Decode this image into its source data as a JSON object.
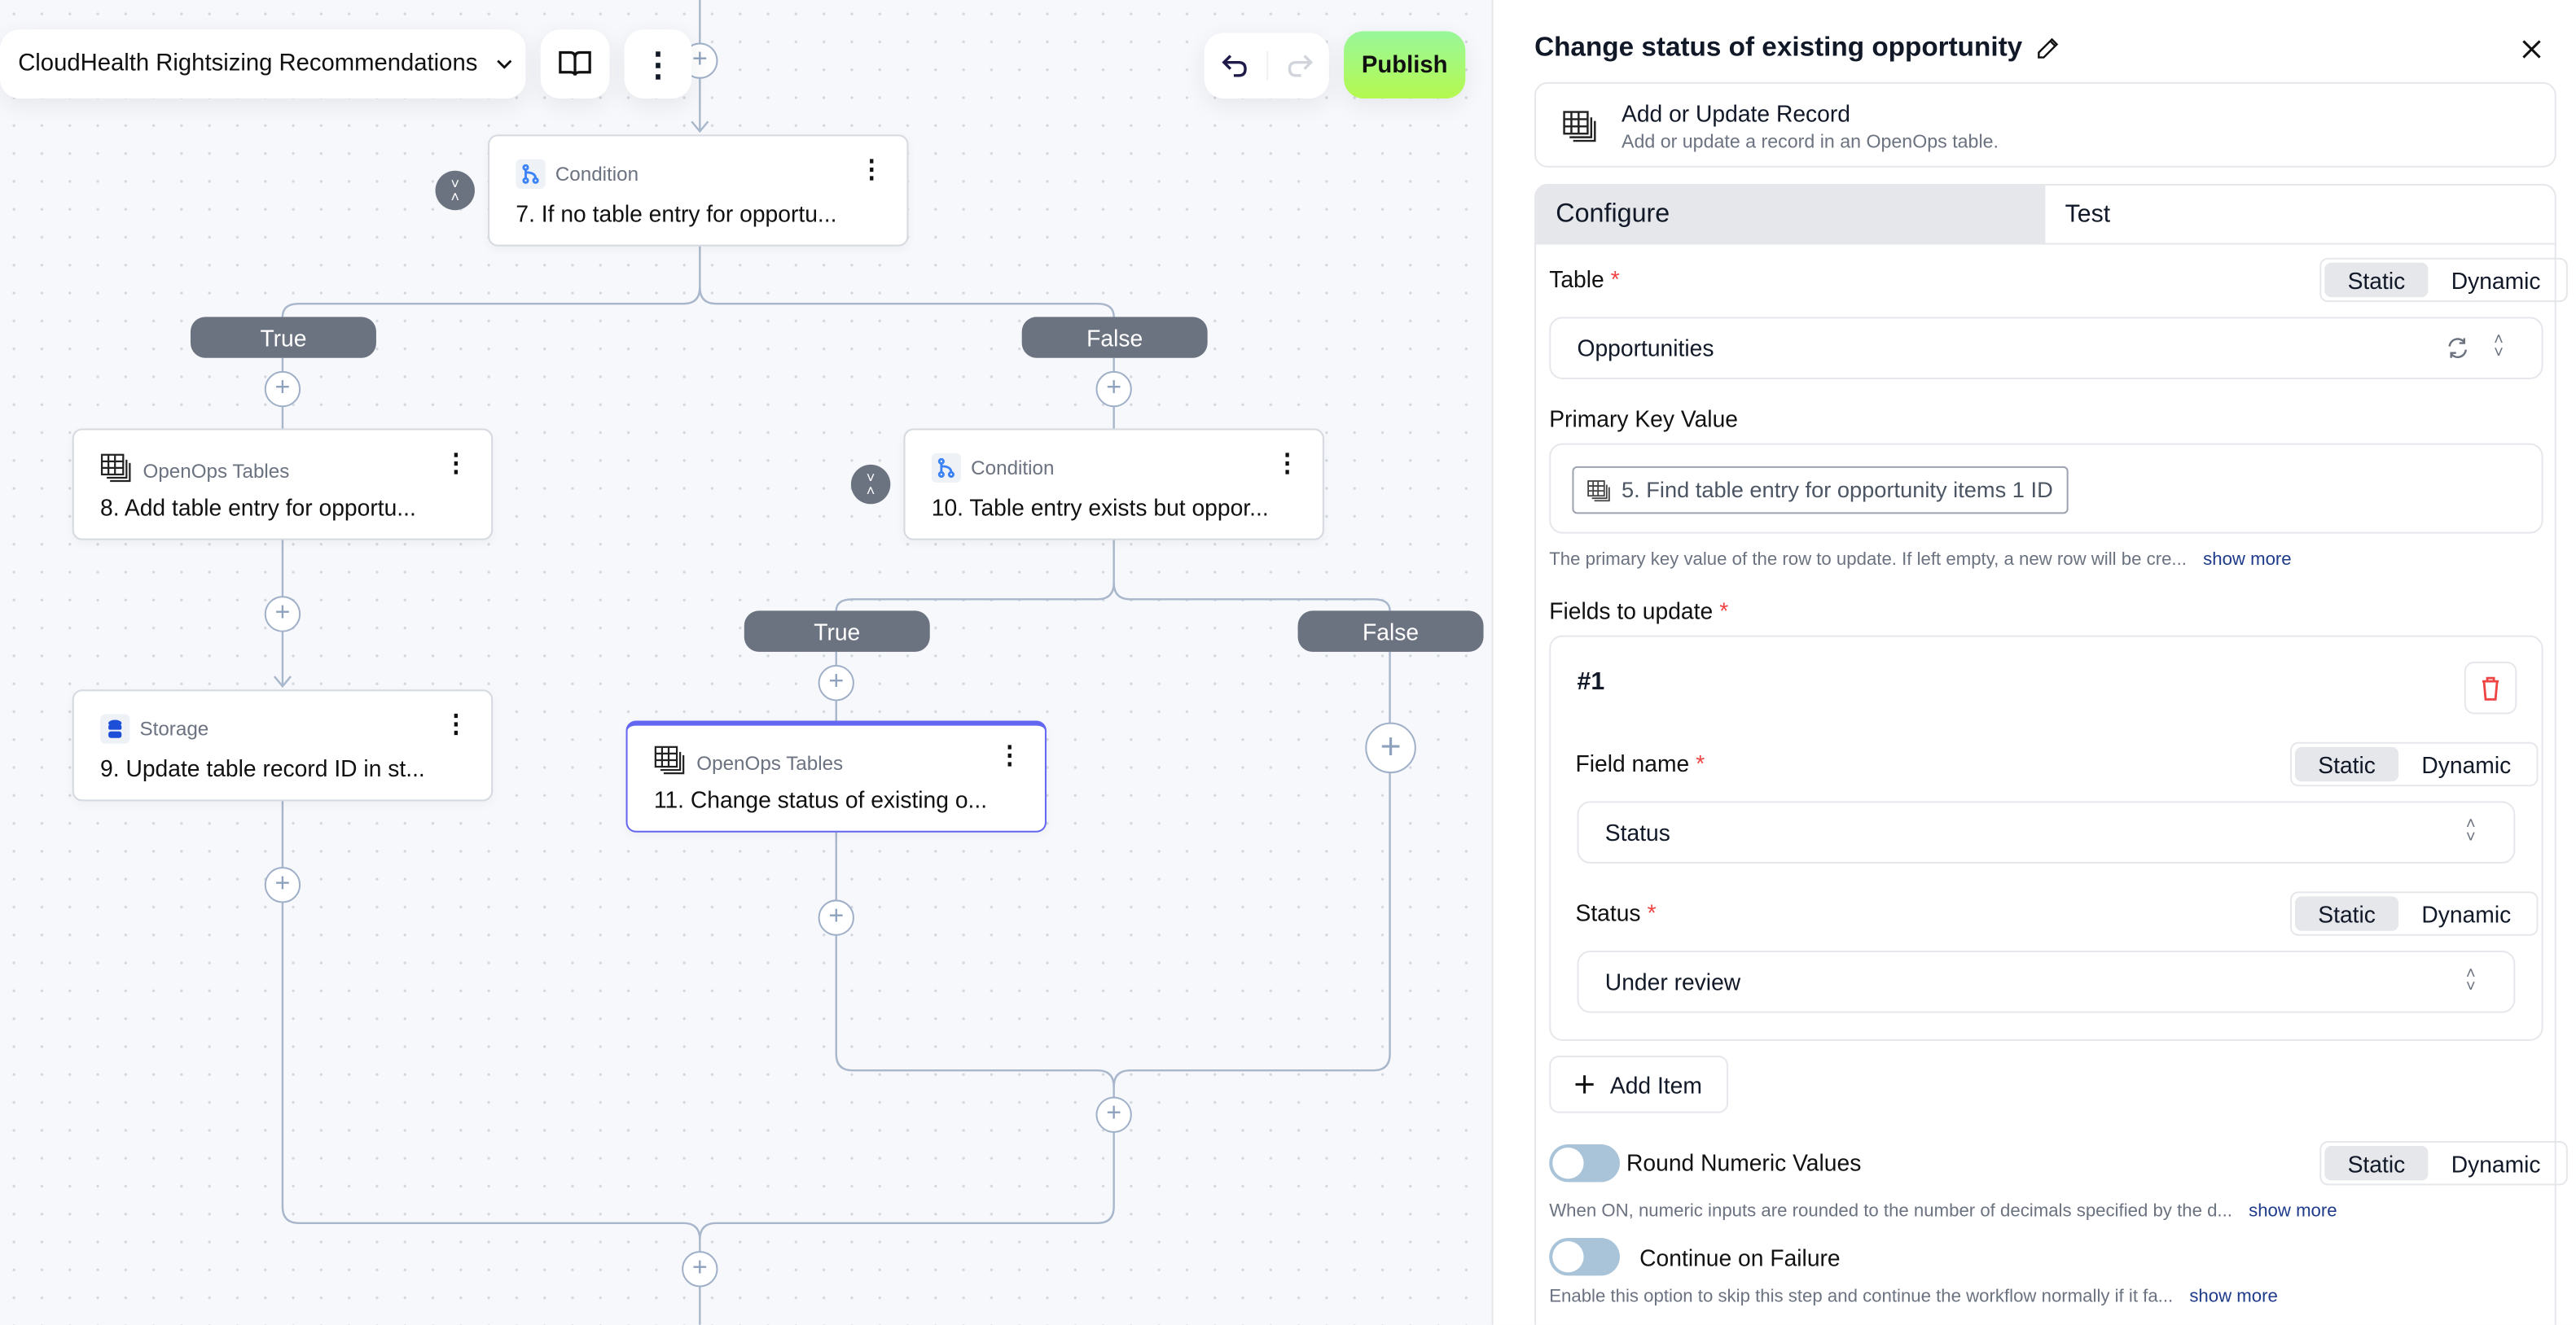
{
  "toolbar": {
    "flow_title": "CloudHealth Rightsizing Recommendations",
    "publish_label": "Publish",
    "publish_color": "#a3f06a"
  },
  "canvas": {
    "nodes": [
      {
        "step": "7",
        "type": "Condition",
        "title": "7. If no table entry for opportu..."
      },
      {
        "step": "8",
        "type": "OpenOps Tables",
        "title": "8. Add table entry for opportu..."
      },
      {
        "step": "9",
        "type": "Storage",
        "title": "9. Update table record ID in st..."
      },
      {
        "step": "10",
        "type": "Condition",
        "title": "10. Table entry exists but oppor..."
      },
      {
        "step": "11",
        "type": "OpenOps Tables",
        "title": "11. Change status of existing o...",
        "selected": true
      }
    ],
    "branches": {
      "true_label": "True",
      "false_label": "False"
    },
    "plus_symbol": "+",
    "selection_color": "#6366f1"
  },
  "panel": {
    "title": "Change status of existing opportunity",
    "action": {
      "name": "Add or Update Record",
      "description": "Add or update a record in an OpenOps table."
    },
    "tabs": [
      {
        "label": "Configure",
        "active": true
      },
      {
        "label": "Test",
        "active": false
      }
    ],
    "mode": {
      "static": "Static",
      "dynamic": "Dynamic"
    },
    "table": {
      "label": "Table",
      "value": "Opportunities"
    },
    "primary_key": {
      "label": "Primary Key Value",
      "chip": "5. Find table entry for opportunity items 1 ID",
      "help": "The primary key value of the row to update. If left empty, a new row will be cre...",
      "show_more": "show more"
    },
    "fields": {
      "label": "Fields to update",
      "items": [
        {
          "index": "#1",
          "field_name_label": "Field name",
          "field_name": "Status",
          "value_label": "Status",
          "value": "Under review"
        }
      ],
      "add_item": "Add Item"
    },
    "round_numeric": {
      "label": "Round Numeric Values",
      "on": false,
      "help": "When ON, numeric inputs are rounded to the number of decimals specified by the d...",
      "show_more": "show more"
    },
    "continue_on_failure": {
      "label": "Continue on Failure",
      "on": false,
      "help": "Enable this option to skip this step and continue the workflow normally if it fa...",
      "show_more": "show more"
    },
    "required_mark": "*"
  }
}
